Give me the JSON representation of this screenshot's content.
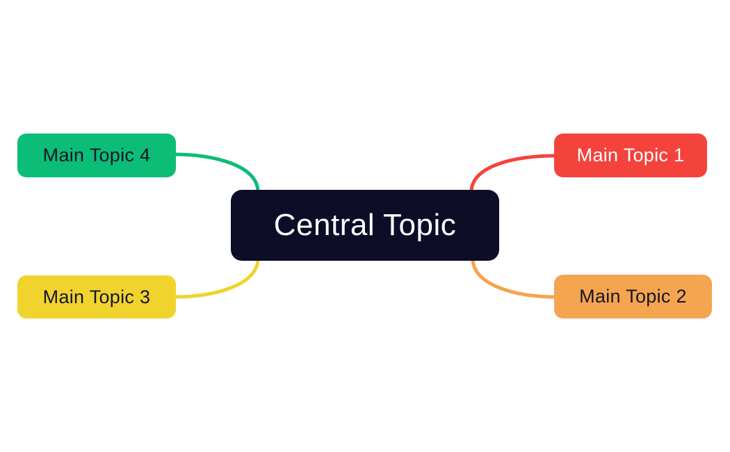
{
  "diagram": {
    "type": "mind-map",
    "background": "#ffffff",
    "central": {
      "label": "Central Topic",
      "bg": "#0e0d28",
      "fg": "#ffffff"
    },
    "branches": [
      {
        "label": "Main Topic 1",
        "color": "#f4433c",
        "fg": "#ffffff",
        "position": "top-right"
      },
      {
        "label": "Main Topic 2",
        "color": "#f5a44f",
        "fg": "#15152a",
        "position": "bottom-right"
      },
      {
        "label": "Main Topic 3",
        "color": "#f1d32e",
        "fg": "#15152a",
        "position": "bottom-left"
      },
      {
        "label": "Main Topic 4",
        "color": "#0cbd78",
        "fg": "#15152a",
        "position": "top-left"
      }
    ]
  }
}
